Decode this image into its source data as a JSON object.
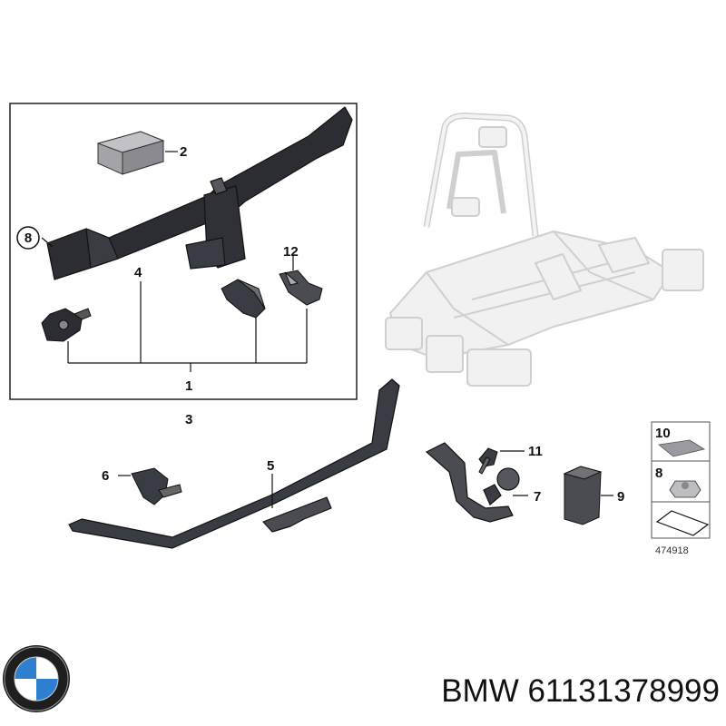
{
  "diagram": {
    "callouts": {
      "c1": "1",
      "c2": "2",
      "c3": "3",
      "c4": "4",
      "c5": "5",
      "c6": "6",
      "c7": "7",
      "c8": "8",
      "c9": "9",
      "c10": "10",
      "c11": "11",
      "c12": "12"
    },
    "legend": {
      "item_10": "10",
      "item_8": "8",
      "reference_number": "474918"
    }
  },
  "footer": {
    "brand": "BMW",
    "part_number": "61131378999"
  },
  "colors": {
    "part_dark": "#2b2d33",
    "part_light": "#9a9aa0",
    "ghost": "#e2e2e2",
    "line": "#111111",
    "bmw_blue": "#2f7fd0",
    "bmw_ring": "#222222"
  },
  "icons": {
    "logo": "bmw-roundel-logo"
  }
}
